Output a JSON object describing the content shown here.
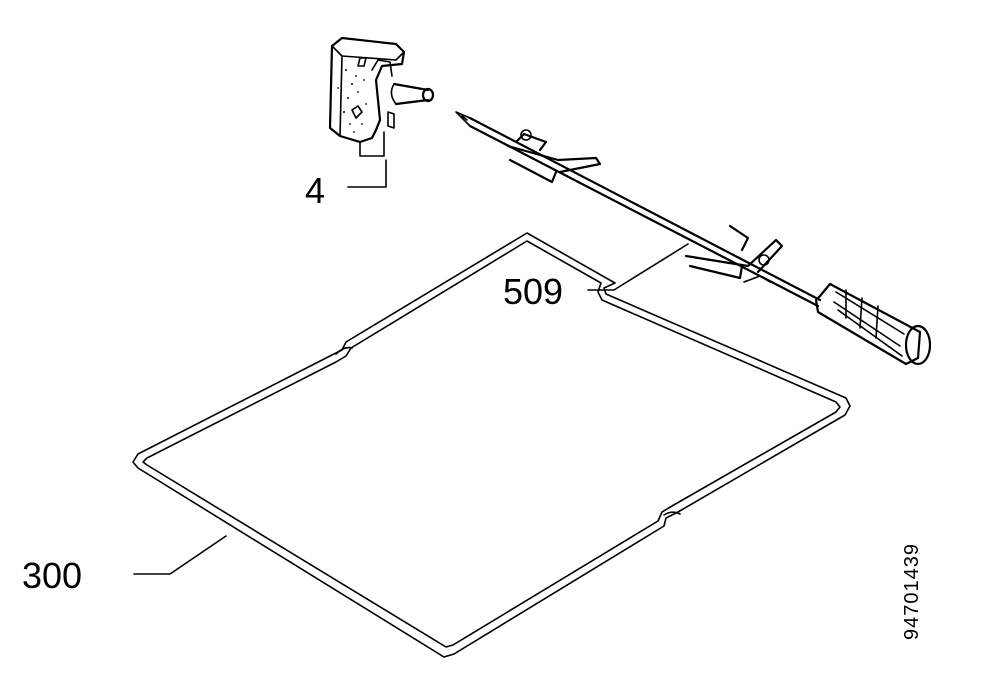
{
  "labels": {
    "motor": "4",
    "spit": "509",
    "grid": "300"
  },
  "document_number": "94701439",
  "colors": {
    "ink": "#000000",
    "background": "#ffffff"
  }
}
